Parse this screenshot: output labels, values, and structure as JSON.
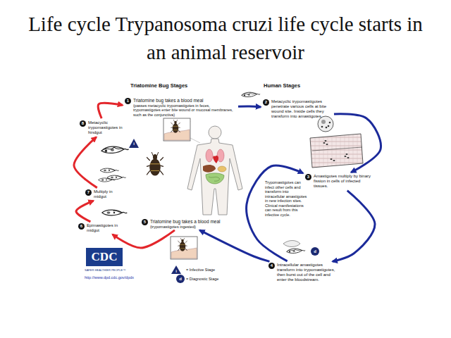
{
  "diagram": {
    "title": "Life cycle Trypanosoma cruzi life cycle starts in an animal reservoir",
    "nodes": [
      {
        "text": [
          "1",
          "Triatomine bug takes a blood meal",
          "(passes metacyclic trypomastigotes in feces, trypomastigotes enter bite wound or mucosal membranes, such as the conjunctiva)"
        ]
      },
      {
        "text": [
          "2",
          "Metacyclic trypomastigotes penetrate various cells at bite wound site. Inside cells they transform into amastigotes."
        ]
      },
      {
        "text": [
          "3",
          "Amastigotes multiply by binary fission in cells of infected tissues."
        ]
      },
      {
        "text": [
          "4",
          "Intracellular amastigotes transform into trypomastigotes, then burst out of the cell and enter the bloodstream."
        ]
      },
      {
        "text": [
          "5",
          "Triatomine bug takes a blood meal",
          "(trypomastigotes ingested)"
        ]
      },
      {
        "text": [
          "6",
          "Epimastigotes in midgut"
        ]
      },
      {
        "text": [
          "7",
          "Multiply in midgut"
        ]
      },
      {
        "text": [
          "8",
          "Metacyclic trypomastigotes in hindgut"
        ]
      }
    ],
    "edges": [
      {
        "from": 0,
        "to": 1,
        "arrow": "to"
      },
      {
        "from": 1,
        "to": 2,
        "arrow": "to"
      },
      {
        "from": 2,
        "to": 3,
        "arrow": "to"
      },
      {
        "from": 3,
        "to": 2,
        "arrow": "to"
      },
      {
        "from": 3,
        "to": 4,
        "arrow": "to"
      },
      {
        "from": 4,
        "to": 5,
        "arrow": "to"
      },
      {
        "from": 5,
        "to": 6,
        "arrow": "to"
      },
      {
        "from": 6,
        "to": 7,
        "arrow": "to"
      },
      {
        "from": 7,
        "to": 0,
        "arrow": "to"
      }
    ],
    "labels": [
      "Triatomine Bug Stages",
      "Human Stages",
      "Trypomastigotes can infect other cells and transform into intracellular amastigotes in new infection sites. Clinical manifestations can result from this infective cycle.",
      "i",
      "d",
      "i",
      "d",
      "CDC",
      "SAFER·HEALTHIER·PEOPLE™",
      "http://www.dpd.cdc.gov/dpdx"
    ],
    "legend": [
      {
        "text": "= Infective Stage"
      },
      {
        "text": "= Diagnostic Stage"
      }
    ]
  }
}
